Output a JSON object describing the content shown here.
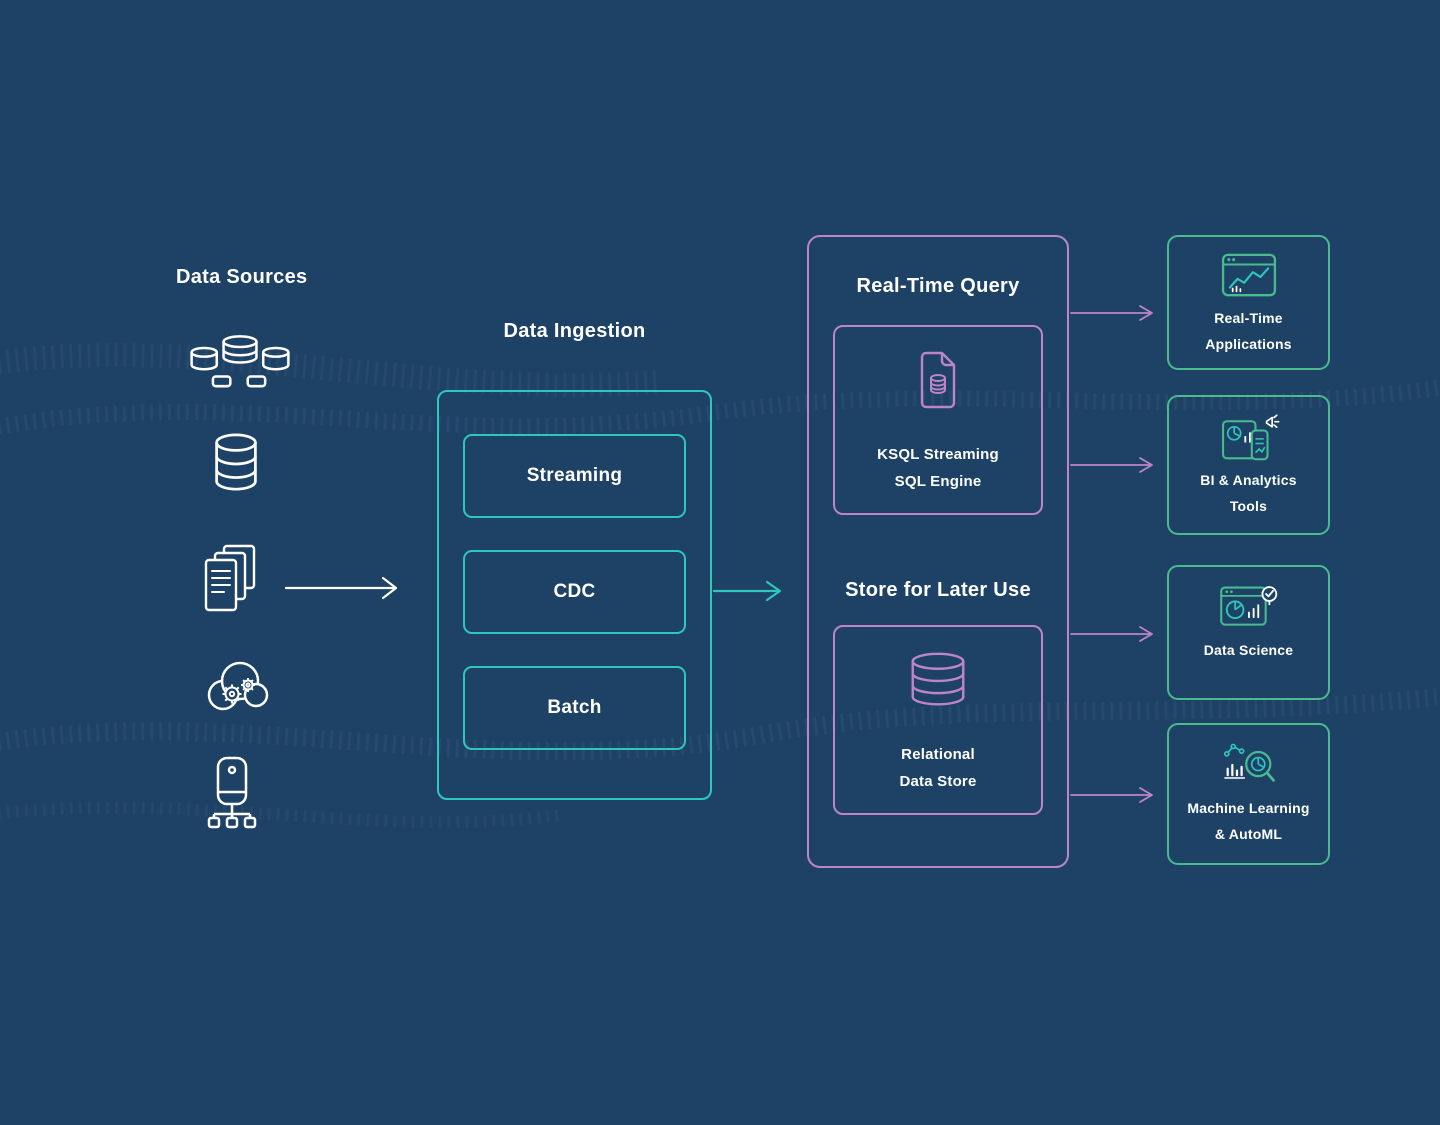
{
  "colors": {
    "background": "#1e4266",
    "teal": "#2ec7b9",
    "purple": "#bd84c6",
    "green": "#4aba90",
    "white": "#ffffff"
  },
  "data_sources": {
    "title": "Data Sources",
    "icons": [
      "database-cluster-icon",
      "database-icon",
      "documents-icon",
      "cloud-gears-icon",
      "server-network-icon"
    ]
  },
  "ingestion": {
    "title": "Data Ingestion",
    "items": [
      {
        "label": "Streaming"
      },
      {
        "label": "CDC"
      },
      {
        "label": "Batch"
      }
    ]
  },
  "query": {
    "realtime_title": "Real-Time Query",
    "ksql_icon": "ksql-file-icon",
    "ksql_label": "KSQL Streaming\nSQL Engine",
    "store_title": "Store for Later Use",
    "store_icon": "relational-data-store-icon",
    "store_label": "Relational\nData Store"
  },
  "outputs": [
    {
      "label": "Real-Time\nApplications",
      "icon": "realtime-applications-icon"
    },
    {
      "label": "BI & Analytics\nTools",
      "icon": "bi-analytics-tools-icon"
    },
    {
      "label": "Data Science",
      "icon": "data-science-icon"
    },
    {
      "label": "Machine Learning\n& AutoML",
      "icon": "machine-learning-automl-icon"
    }
  ]
}
